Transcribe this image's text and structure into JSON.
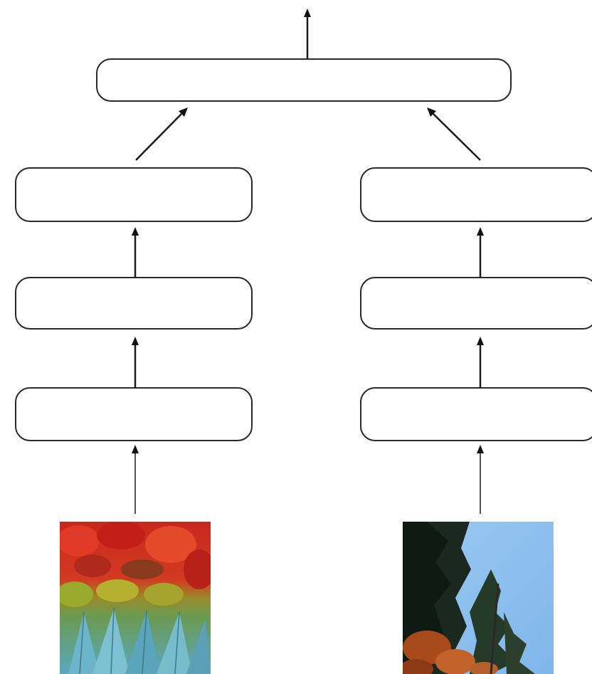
{
  "diagram": {
    "type": "two-branch network",
    "nodes": [
      {
        "id": "merged",
        "label": ""
      },
      {
        "id": "left-1",
        "label": ""
      },
      {
        "id": "left-2",
        "label": ""
      },
      {
        "id": "left-3",
        "label": ""
      },
      {
        "id": "right-1",
        "label": ""
      },
      {
        "id": "right-2",
        "label": ""
      },
      {
        "id": "right-3",
        "label": ""
      }
    ],
    "edges": [
      {
        "from": "left-input-image",
        "to": "left-3"
      },
      {
        "from": "left-3",
        "to": "left-2"
      },
      {
        "from": "left-2",
        "to": "left-1"
      },
      {
        "from": "left-1",
        "to": "merged"
      },
      {
        "from": "right-input-image",
        "to": "right-3"
      },
      {
        "from": "right-3",
        "to": "right-2"
      },
      {
        "from": "right-2",
        "to": "right-1"
      },
      {
        "from": "right-1",
        "to": "merged"
      },
      {
        "from": "merged",
        "to": "output"
      }
    ],
    "inputs": [
      {
        "id": "left-input-image",
        "depicts": "parrot-feathers"
      },
      {
        "id": "right-input-image",
        "depicts": "trees-blue-sky"
      }
    ]
  },
  "colors": {
    "box_stroke": "#2a2a2a",
    "arrow": "#111111",
    "feather_red": "#d8281e",
    "feather_yellow": "#a8a82a",
    "feather_blue": "#6ab0c4",
    "sky_blue": "#8ec1ee",
    "tree_dark": "#1c2a22",
    "foliage_orange": "#b0521e"
  }
}
